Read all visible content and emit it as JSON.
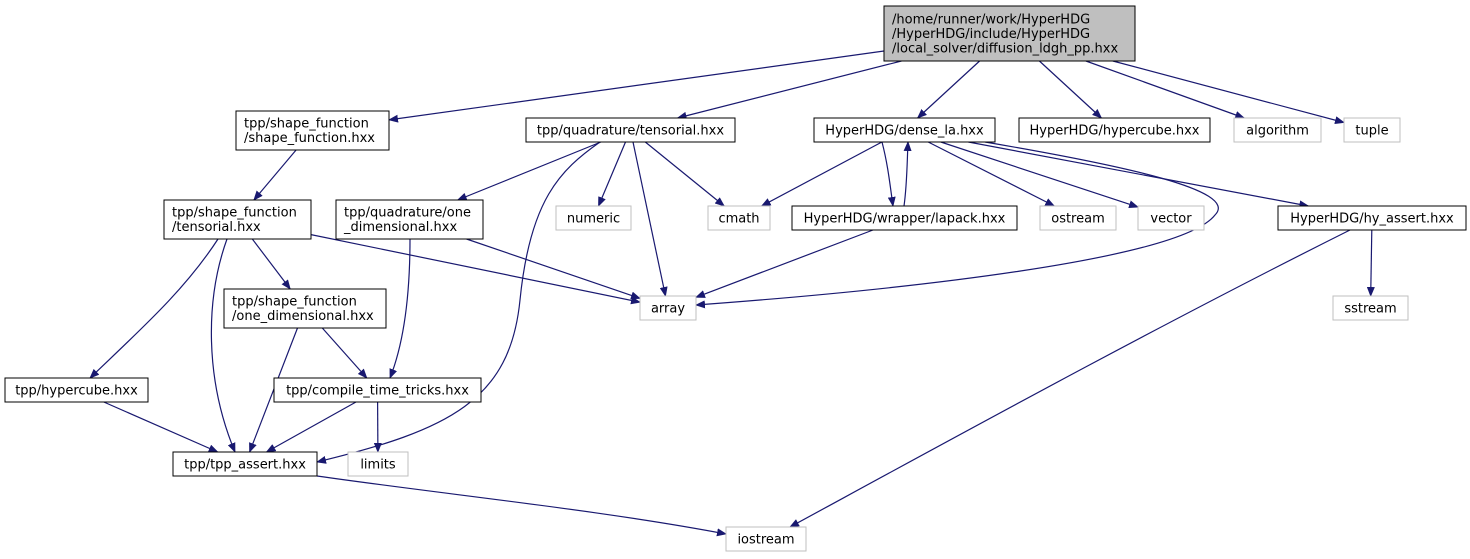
{
  "colors": {
    "edge": "#191970",
    "root_fill": "#bfbfbf",
    "root_border": "#000000",
    "internal_border": "#000000",
    "external_border": "#bfbfbf",
    "fill": "#ffffff"
  },
  "nodes": [
    {
      "id": "root",
      "kind": "root",
      "lines": [
        "/home/runner/work/HyperHDG",
        "/HyperHDG/include/HyperHDG",
        "/local_solver/diffusion_ldgh_pp.hxx"
      ]
    },
    {
      "id": "sf_shape",
      "kind": "internal",
      "lines": [
        "tpp/shape_function",
        "/shape_function.hxx"
      ]
    },
    {
      "id": "quad_tens",
      "kind": "internal",
      "lines": [
        "tpp/quadrature/tensorial.hxx"
      ]
    },
    {
      "id": "dense_la",
      "kind": "internal",
      "lines": [
        "HyperHDG/dense_la.hxx"
      ]
    },
    {
      "id": "hypercube_hdg",
      "kind": "internal",
      "lines": [
        "HyperHDG/hypercube.hxx"
      ]
    },
    {
      "id": "algorithm",
      "kind": "external",
      "lines": [
        "algorithm"
      ]
    },
    {
      "id": "tuple",
      "kind": "external",
      "lines": [
        "tuple"
      ]
    },
    {
      "id": "sf_tens",
      "kind": "internal",
      "lines": [
        "tpp/shape_function",
        "/tensorial.hxx"
      ]
    },
    {
      "id": "quad_one",
      "kind": "internal",
      "lines": [
        "tpp/quadrature/one",
        "_dimensional.hxx"
      ]
    },
    {
      "id": "numeric",
      "kind": "external",
      "lines": [
        "numeric"
      ]
    },
    {
      "id": "cmath",
      "kind": "external",
      "lines": [
        "cmath"
      ]
    },
    {
      "id": "lapack",
      "kind": "internal",
      "lines": [
        "HyperHDG/wrapper/lapack.hxx"
      ]
    },
    {
      "id": "ostream",
      "kind": "external",
      "lines": [
        "ostream"
      ]
    },
    {
      "id": "vector",
      "kind": "external",
      "lines": [
        "vector"
      ]
    },
    {
      "id": "hy_assert",
      "kind": "internal",
      "lines": [
        "HyperHDG/hy_assert.hxx"
      ]
    },
    {
      "id": "sf_one",
      "kind": "internal",
      "lines": [
        "tpp/shape_function",
        "/one_dimensional.hxx"
      ]
    },
    {
      "id": "array",
      "kind": "external",
      "lines": [
        "array"
      ]
    },
    {
      "id": "sstream",
      "kind": "external",
      "lines": [
        "sstream"
      ]
    },
    {
      "id": "tpp_hypercube",
      "kind": "internal",
      "lines": [
        "tpp/hypercube.hxx"
      ]
    },
    {
      "id": "compile_time",
      "kind": "internal",
      "lines": [
        "tpp/compile_time_tricks.hxx"
      ]
    },
    {
      "id": "tpp_assert",
      "kind": "internal",
      "lines": [
        "tpp/tpp_assert.hxx"
      ]
    },
    {
      "id": "limits",
      "kind": "external",
      "lines": [
        "limits"
      ]
    },
    {
      "id": "iostream",
      "kind": "external",
      "lines": [
        "iostream"
      ]
    }
  ],
  "edges": [
    {
      "from": "root",
      "to": "sf_shape"
    },
    {
      "from": "root",
      "to": "quad_tens"
    },
    {
      "from": "root",
      "to": "dense_la"
    },
    {
      "from": "root",
      "to": "hypercube_hdg"
    },
    {
      "from": "root",
      "to": "algorithm"
    },
    {
      "from": "root",
      "to": "tuple"
    },
    {
      "from": "sf_shape",
      "to": "sf_tens"
    },
    {
      "from": "quad_tens",
      "to": "quad_one"
    },
    {
      "from": "quad_tens",
      "to": "numeric"
    },
    {
      "from": "quad_tens",
      "to": "cmath"
    },
    {
      "from": "quad_tens",
      "to": "array"
    },
    {
      "from": "quad_tens",
      "to": "tpp_assert"
    },
    {
      "from": "dense_la",
      "to": "cmath"
    },
    {
      "from": "dense_la",
      "to": "lapack"
    },
    {
      "from": "dense_la",
      "to": "ostream"
    },
    {
      "from": "dense_la",
      "to": "vector"
    },
    {
      "from": "dense_la",
      "to": "hy_assert"
    },
    {
      "from": "dense_la",
      "to": "array"
    },
    {
      "from": "lapack",
      "to": "dense_la"
    },
    {
      "from": "lapack",
      "to": "array"
    },
    {
      "from": "sf_tens",
      "to": "sf_one"
    },
    {
      "from": "sf_tens",
      "to": "array"
    },
    {
      "from": "sf_tens",
      "to": "tpp_hypercube"
    },
    {
      "from": "sf_tens",
      "to": "tpp_assert"
    },
    {
      "from": "quad_one",
      "to": "array"
    },
    {
      "from": "quad_one",
      "to": "compile_time"
    },
    {
      "from": "sf_one",
      "to": "compile_time"
    },
    {
      "from": "sf_one",
      "to": "tpp_assert"
    },
    {
      "from": "hy_assert",
      "to": "sstream"
    },
    {
      "from": "hy_assert",
      "to": "iostream"
    },
    {
      "from": "tpp_hypercube",
      "to": "tpp_assert"
    },
    {
      "from": "compile_time",
      "to": "tpp_assert"
    },
    {
      "from": "compile_time",
      "to": "limits"
    },
    {
      "from": "tpp_assert",
      "to": "iostream"
    }
  ]
}
